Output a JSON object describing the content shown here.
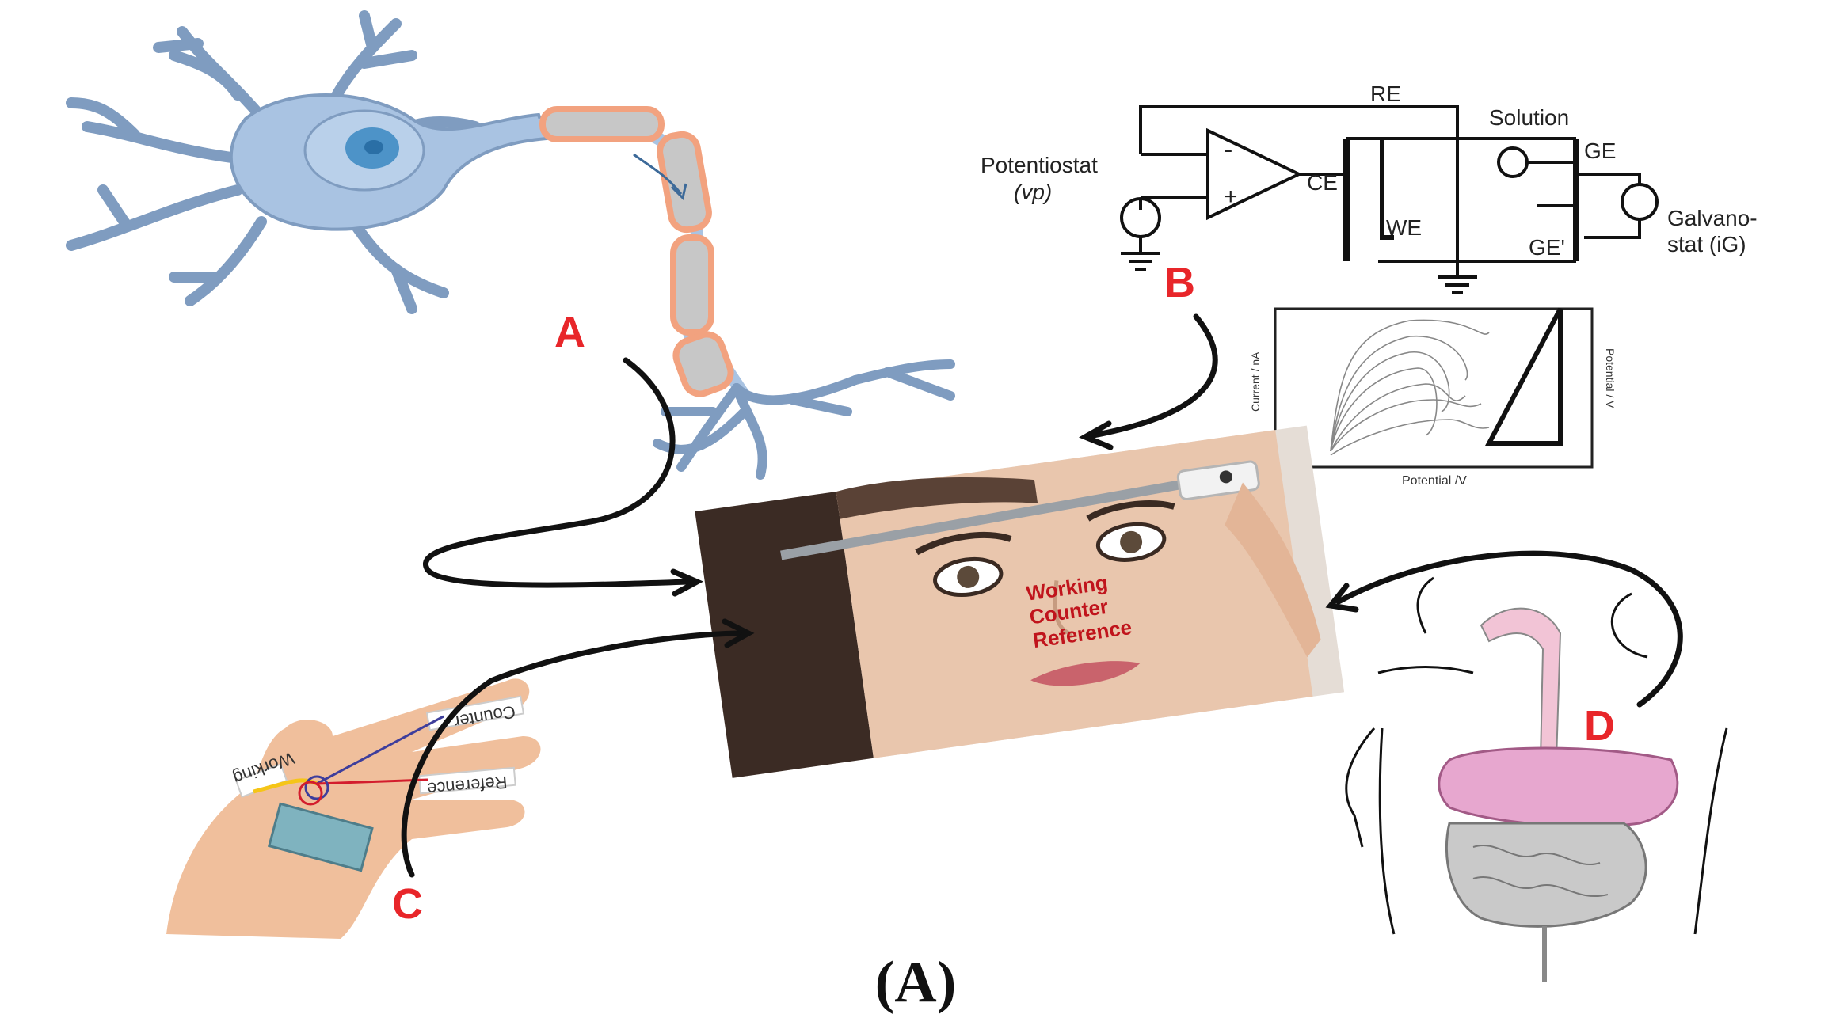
{
  "labels": {
    "a": "A",
    "b": "B",
    "c": "C",
    "d": "D"
  },
  "circuit": {
    "re": "RE",
    "solution": "Solution",
    "potentiostat": "Potentiostat",
    "vp": "(vp)",
    "ce": "CE",
    "we": "WE",
    "ge": "GE",
    "ge_prime": "GE'",
    "galvanostat_line1": "Galvano-",
    "galvanostat_line2": "stat (iG)",
    "minus": "-",
    "plus": "+"
  },
  "plot": {
    "xlabel": "Potential /V",
    "ylabel": "Current / nA",
    "ylabel_right": "Potential / V"
  },
  "glasses_overlay": {
    "line1": "Working",
    "line2": "Counter",
    "line3": "Reference"
  },
  "hand": {
    "finger1": "Working",
    "finger2": "Counter",
    "finger3": "Reference"
  },
  "caption": "(A)",
  "colors": {
    "label_red": "#e8262a",
    "neuron_blue": "#a9c3e2",
    "myelin_orange": "#f2a27f",
    "organ_pink": "#e7a7cf",
    "skin": "#f0bf9c"
  }
}
